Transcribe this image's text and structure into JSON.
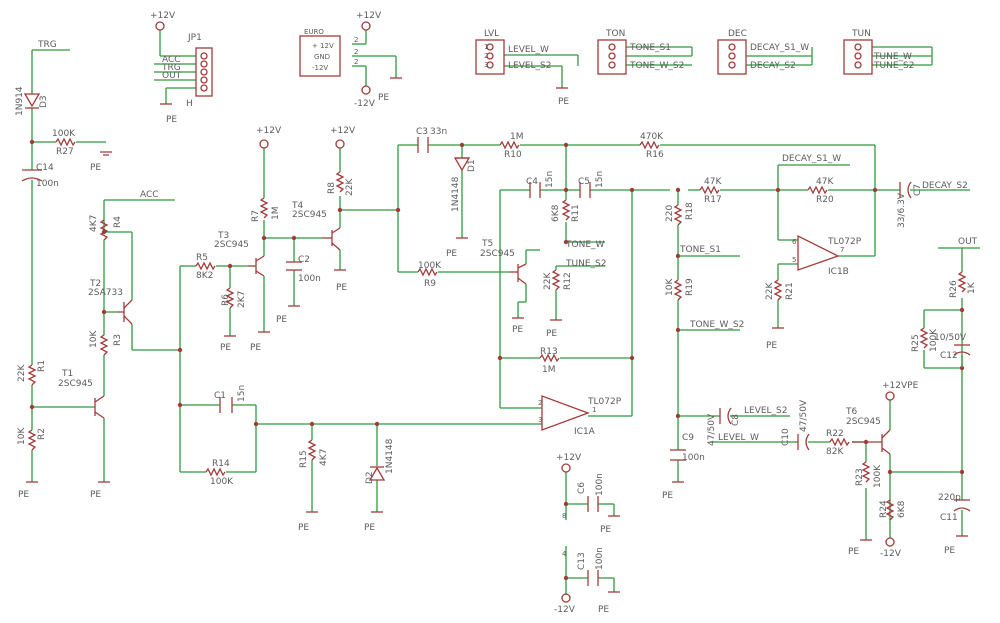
{
  "labels": {
    "trg": "TRG",
    "acc": "ACC",
    "out": "OUT",
    "pe": "PE",
    "plus12v": "+12V",
    "minus12v": "-12V",
    "plus12vpe": "+12VPE",
    "lvl": "LVL",
    "ton": "TON",
    "dec": "DEC",
    "tun": "TUN",
    "jp1": "JP1",
    "h": "H",
    "jp_acc": "ACC",
    "jp_trg": "TRG",
    "jp_out": "OUT",
    "euro": "EURO",
    "euro_p12": "+ 12V",
    "euro_gnd": "GND",
    "euro_m12": "-12V",
    "euro_pin1": "2",
    "euro_pin2": "2",
    "euro_pin3": "2",
    "level_w": "LEVEL_W",
    "level_s2": "LEVEL_S2",
    "tone_s1": "TONE_S1",
    "tone_w_s2": "TONE_W_S2",
    "decay_s1_w": "DECAY_S1_W",
    "decay_s2": "DECAY_S2",
    "tune_w": "TUNE_W",
    "tune_s2": "TUNE_S2",
    "tone_w": "TONE_W",
    "d3": "D3",
    "d3v": "1N914",
    "r27": "R27",
    "r27v": "100K",
    "c14": "C14",
    "c14v": "100n",
    "r4": "R4",
    "r4v": "4K7",
    "t2": "T2",
    "t2v": "2SA733",
    "r3": "R3",
    "r3v": "10K",
    "r1": "R1",
    "r1v": "22K",
    "t1": "T1",
    "t1v": "2SC945",
    "r2": "R2",
    "r2v": "10K",
    "r7": "R7",
    "r7v": "1M",
    "t3": "T3",
    "t3v": "2SC945",
    "r5": "R5",
    "r5v": "8K2",
    "r6": "R6",
    "r6v": "2K7",
    "c2": "C2",
    "c2v": "100n",
    "t4": "T4",
    "t4v": "2SC945",
    "r8": "R8",
    "r8v": "22K",
    "c3": "C3",
    "c3v": "33n",
    "d1": "D1",
    "d1v": "1N4148",
    "r10": "R10",
    "r10v": "1M",
    "r16": "R16",
    "r16v": "470K",
    "c4": "C4",
    "c4v": "15n",
    "c5": "C5",
    "c5v": "15n",
    "r11": "R11",
    "r11v": "6K8",
    "r9": "R9",
    "r9v": "100K",
    "t5": "T5",
    "t5v": "2SC945",
    "r12": "R12",
    "r12v": "22K",
    "r13": "R13",
    "r13v": "1M",
    "ic1a": "IC1A",
    "ic1v": "TL072P",
    "r18": "R18",
    "r18v": "220",
    "r17": "R17",
    "r17v": "47K",
    "r19": "R19",
    "r19v": "10K",
    "ic1b": "IC1B",
    "r20": "R20",
    "r20v": "47K",
    "c7": "C7",
    "c7v": "33/6.3V",
    "r21": "R21",
    "r21v": "22K",
    "r26": "R26",
    "r26v": "1K",
    "r25": "R25",
    "r25v": "100K",
    "c12": "C12",
    "c12v": "10/50V",
    "c1": "C1",
    "c1v": "15n",
    "r14": "R14",
    "r14v": "100K",
    "r15": "R15",
    "r15v": "4K7",
    "d2": "D2",
    "d2v": "1N4148",
    "c9": "C9",
    "c9v": "100n",
    "c8": "C8",
    "c8v": "47/50V",
    "c10": "C10",
    "c10v": "47/50V",
    "r22": "R22",
    "r22v": "82K",
    "t6": "T6",
    "t6v": "2SC945",
    "r23": "R23",
    "r23v": "100K",
    "r24": "R24",
    "r24v": "6K8",
    "c11": "C11",
    "c11v": "220p",
    "c6": "C6",
    "c6v": "100n",
    "c13": "C13",
    "c13v": "100n",
    "p1": "1",
    "p2": "2",
    "p3": "3",
    "p4": "4",
    "p5": "5",
    "p6": "6",
    "p7": "7",
    "p8": "8"
  }
}
